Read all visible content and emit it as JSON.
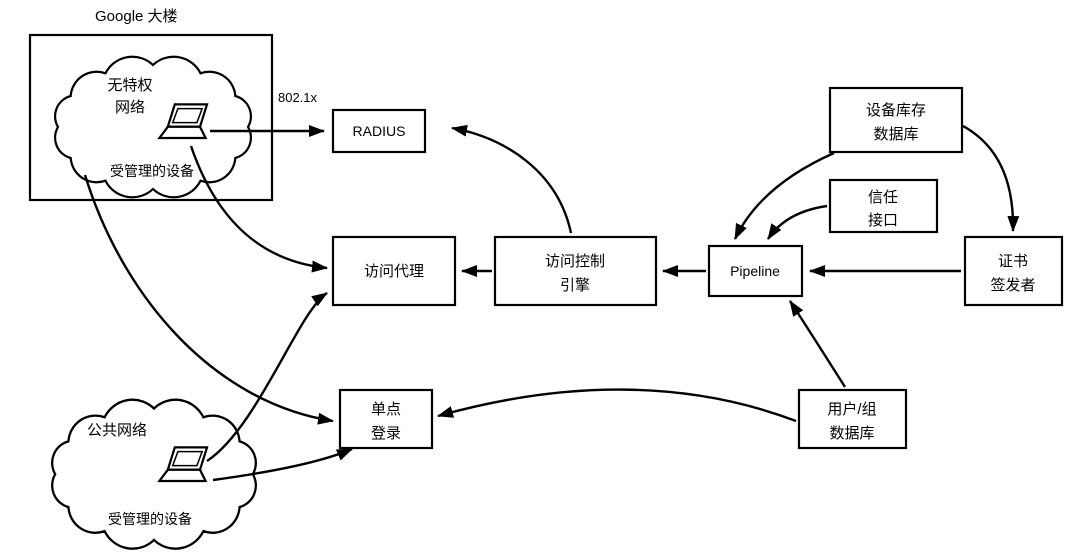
{
  "building": {
    "label": "Google 大楼"
  },
  "networks": {
    "unprivileged": {
      "name_line1": "无特权",
      "name_line2": "网络",
      "device": "受管理的设备"
    },
    "public": {
      "name": "公共网络",
      "device": "受管理的设备"
    }
  },
  "nodes": {
    "radius": {
      "label": "RADIUS"
    },
    "access_proxy": {
      "label": "访问代理"
    },
    "access_control_engine": {
      "line1": "访问控制",
      "line2": "引擎"
    },
    "pipeline": {
      "label": "Pipeline"
    },
    "device_inventory_db": {
      "line1": "设备库存",
      "line2": "数据库"
    },
    "trust_interface": {
      "line1": "信任",
      "line2": "接口"
    },
    "certificate_issuer": {
      "line1": "证书",
      "line2": "签发者"
    },
    "single_sign_on": {
      "line1": "单点",
      "line2": "登录"
    },
    "user_group_db": {
      "line1": "用户/组",
      "line2": "数据库"
    }
  },
  "edge_labels": {
    "radius_protocol": "802.1x"
  },
  "edges": [
    {
      "from": "managed-device-building",
      "to": "radius",
      "label": "802.1x"
    },
    {
      "from": "access-control-engine",
      "to": "radius"
    },
    {
      "from": "access-control-engine",
      "to": "access-proxy"
    },
    {
      "from": "pipeline",
      "to": "access-control-engine"
    },
    {
      "from": "certificate-issuer",
      "to": "pipeline"
    },
    {
      "from": "device-inventory-db",
      "to": "pipeline"
    },
    {
      "from": "trust-interface",
      "to": "pipeline"
    },
    {
      "from": "device-inventory-db",
      "to": "certificate-issuer"
    },
    {
      "from": "user-group-db",
      "to": "pipeline"
    },
    {
      "from": "user-group-db",
      "to": "single-sign-on"
    },
    {
      "from": "managed-device-building",
      "to": "access-proxy"
    },
    {
      "from": "unprivileged-network",
      "to": "single-sign-on"
    },
    {
      "from": "managed-device-public",
      "to": "access-proxy"
    },
    {
      "from": "managed-device-public",
      "to": "single-sign-on"
    }
  ],
  "icons": {
    "device": "laptop-icon"
  },
  "colors": {
    "stroke": "#000000",
    "background": "#ffffff"
  }
}
